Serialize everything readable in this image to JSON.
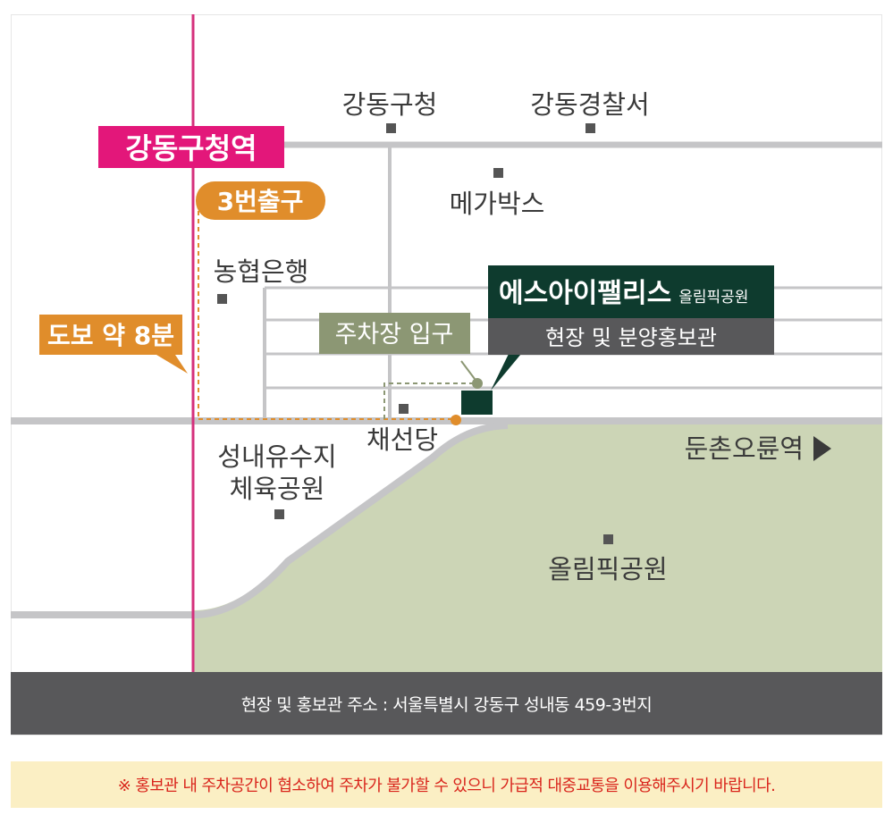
{
  "station": {
    "name": "강동구청역",
    "exit": "3번출구",
    "walk": "도보 약 8분"
  },
  "landmarks": {
    "gu_office": "강동구청",
    "police": "강동경찰서",
    "megabox": "메가박스",
    "nonghyup": "농협은행",
    "parking": "주차장 입구",
    "chaeseondang": "채선당",
    "seongnae_line1": "성내유수지",
    "seongnae_line2": "체육공원",
    "olympic_park": "올림픽공원",
    "dunchon": "둔촌오륜역"
  },
  "site": {
    "name": "에스아이팰리스",
    "name_sub": "올림픽공원",
    "subtitle": "현장 및 분양홍보관"
  },
  "footer": {
    "address": "현장 및 홍보관 주소 : 서울특별시 강동구 성내동 459-3번지"
  },
  "notice": {
    "text": "※ 홍보관 내 주차공간이 협소하여 주차가 불가할 수 있으니 가급적 대중교통을 이용해주시기 바랍니다."
  },
  "colors": {
    "subway_line": "#d5307c",
    "station_label": "#e3177a",
    "exit_orange": "#e08d2b",
    "park_green": "#ccd5b6",
    "site_green": "#0e3b2e",
    "parking_olive": "#8c9774",
    "road_gray": "#c5c5c7",
    "dark_gray": "#58585a",
    "notice_bg": "#fbefc4",
    "notice_text": "#d9251c"
  },
  "icons": {
    "landmark": "square-marker-icon",
    "direction": "triangle-right-icon"
  }
}
